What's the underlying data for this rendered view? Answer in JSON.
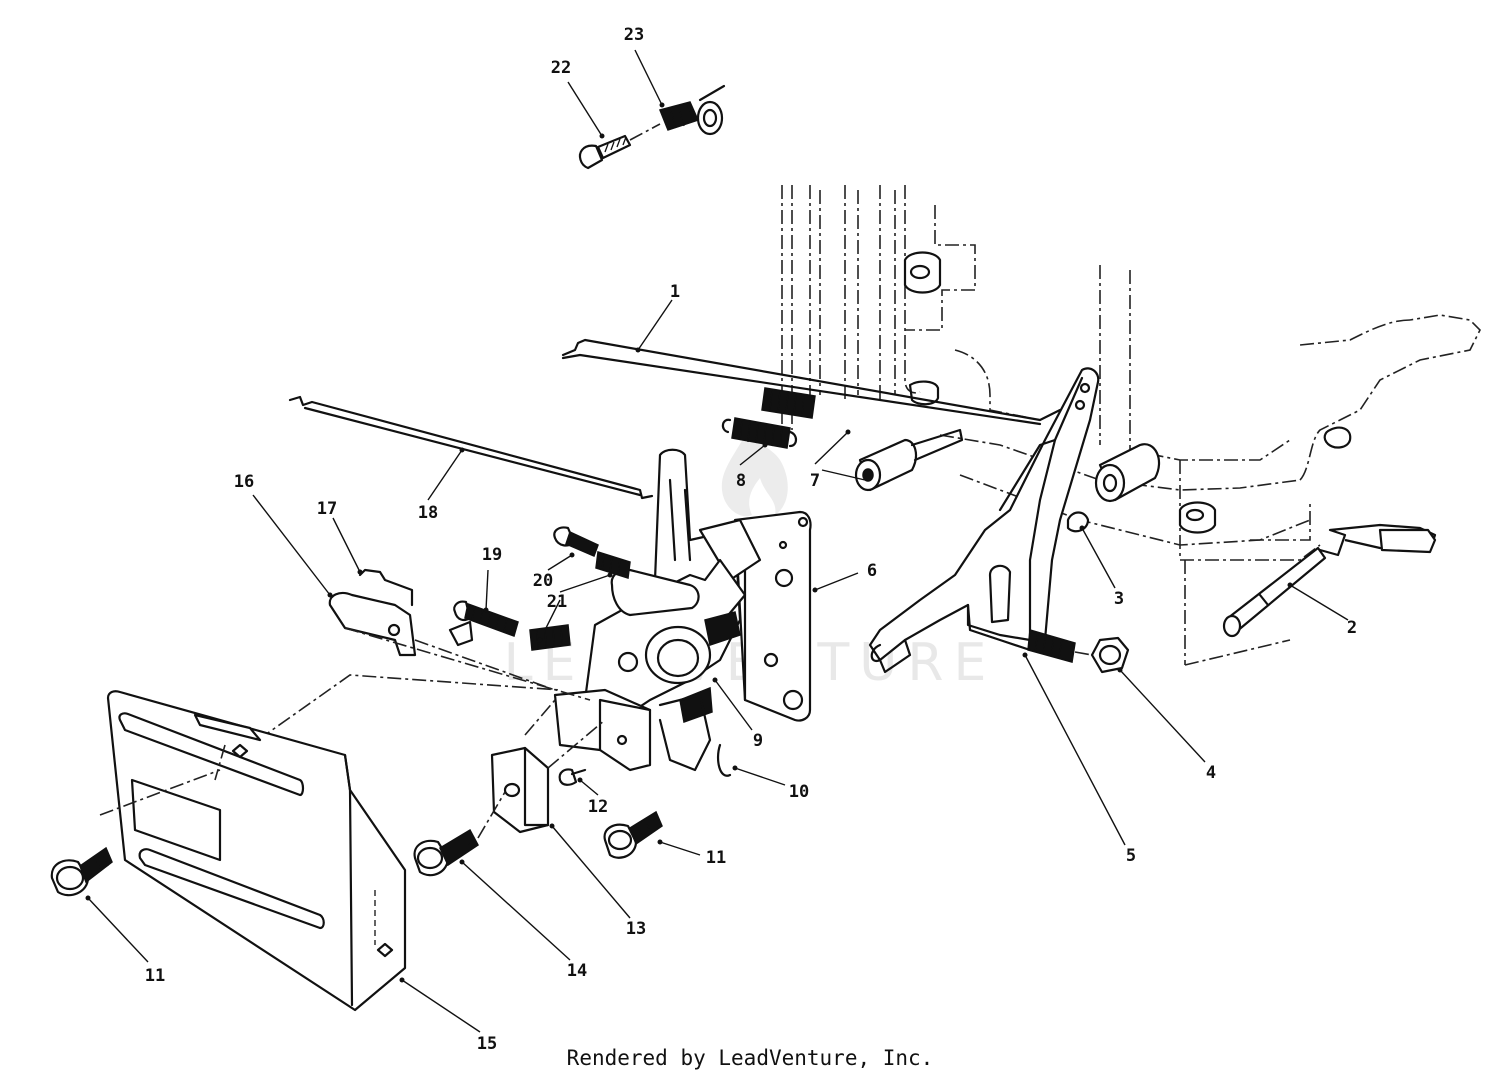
{
  "watermark": {
    "text": "LEADVENTURE"
  },
  "callouts": [
    {
      "id": "c1",
      "label": "1"
    },
    {
      "id": "c2",
      "label": "2"
    },
    {
      "id": "c3",
      "label": "3"
    },
    {
      "id": "c4",
      "label": "4"
    },
    {
      "id": "c5",
      "label": "5"
    },
    {
      "id": "c6",
      "label": "6"
    },
    {
      "id": "c7",
      "label": "7"
    },
    {
      "id": "c8",
      "label": "8"
    },
    {
      "id": "c9",
      "label": "9"
    },
    {
      "id": "c10",
      "label": "10"
    },
    {
      "id": "c11a",
      "label": "11"
    },
    {
      "id": "c11b",
      "label": "11"
    },
    {
      "id": "c12",
      "label": "12"
    },
    {
      "id": "c13",
      "label": "13"
    },
    {
      "id": "c14",
      "label": "14"
    },
    {
      "id": "c15",
      "label": "15"
    },
    {
      "id": "c16",
      "label": "16"
    },
    {
      "id": "c17",
      "label": "17"
    },
    {
      "id": "c18",
      "label": "18"
    },
    {
      "id": "c19",
      "label": "19"
    },
    {
      "id": "c20",
      "label": "20"
    },
    {
      "id": "c21",
      "label": "21"
    },
    {
      "id": "c22",
      "label": "22"
    },
    {
      "id": "c23",
      "label": "23"
    }
  ],
  "footer": {
    "credit": "Rendered by LeadVenture, Inc."
  }
}
